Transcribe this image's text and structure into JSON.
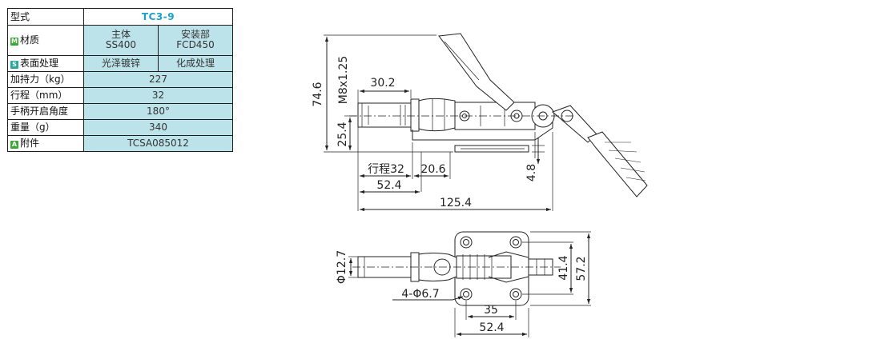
{
  "table": {
    "model_label": "型式",
    "model_value": "TC3-9",
    "material": {
      "badge": "M",
      "label": "材质",
      "body_title": "主体",
      "body_value": "SS400",
      "mount_title": "安装部",
      "mount_value": "FCD450"
    },
    "surface": {
      "badge": "S",
      "label": "表面处理",
      "body_value": "光泽镀锌",
      "mount_value": "化成处理"
    },
    "rows": [
      {
        "label": "加持力（kg）",
        "value": "227"
      },
      {
        "label": "行程（mm）",
        "value": "32"
      },
      {
        "label": "手柄开启角度",
        "value": "180°"
      },
      {
        "label": "重量（g）",
        "value": "340"
      }
    ],
    "accessory": {
      "badge": "A",
      "label": "附件",
      "value": "TCSA085012"
    }
  },
  "drawing": {
    "side_view": {
      "height_total": "74.6",
      "thread": "M8x1.25",
      "spindle_length": "30.2",
      "spindle_height": "25.4",
      "stroke": "行程32",
      "offset": "20.6",
      "base_thickness": "4.8",
      "base_length": "52.4",
      "overall_length": "125.4"
    },
    "top_view": {
      "spindle_diameter": "Φ12.7",
      "holes": "4-Φ6.7",
      "hole_pitch_y": "41.4",
      "base_width": "57.2",
      "hole_pitch_x": "35",
      "base_length": "52.4"
    }
  }
}
